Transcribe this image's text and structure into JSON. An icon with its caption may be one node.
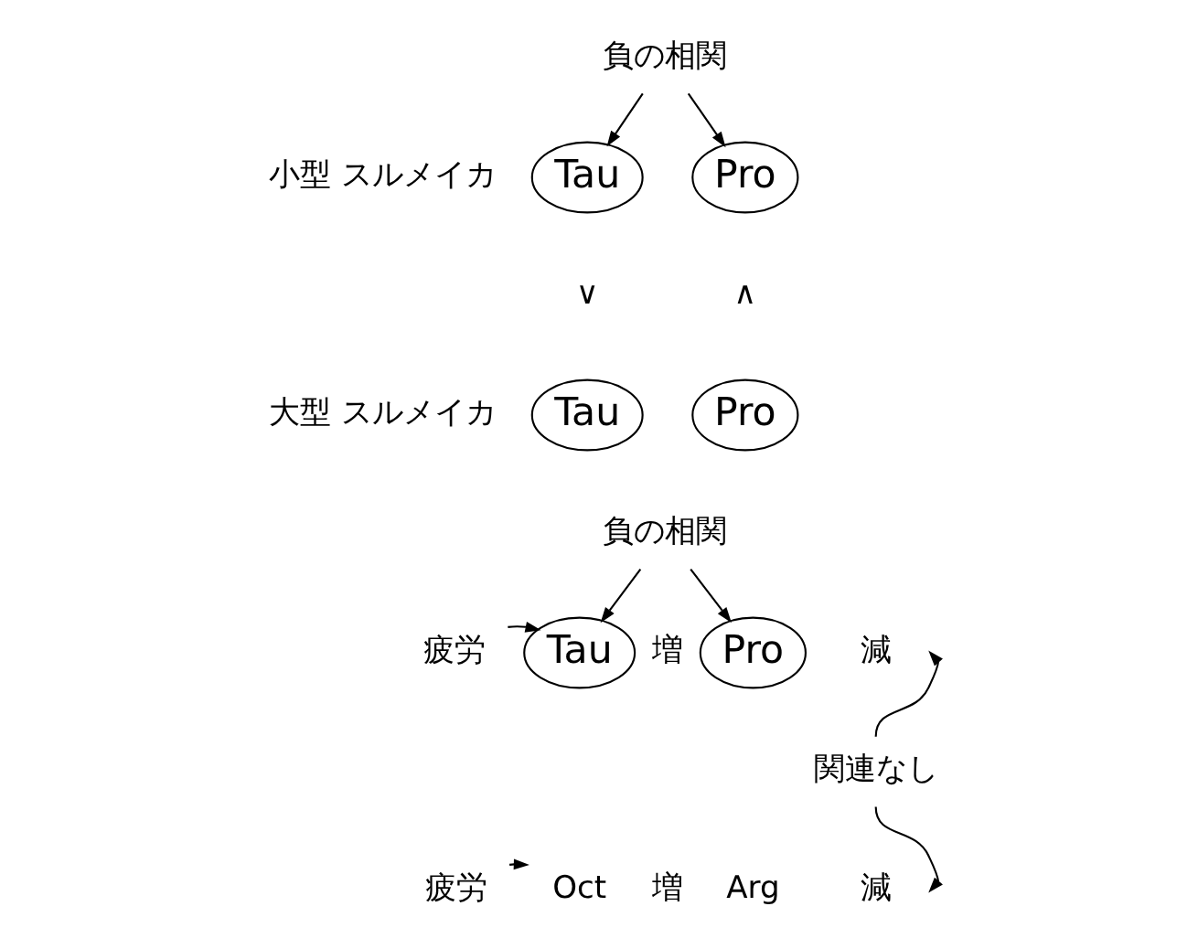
{
  "diagram": {
    "nodes": [
      {
        "text": [
          "負の相関"
        ]
      },
      {
        "text": [
          "Tau"
        ]
      },
      {
        "text": [
          "Pro"
        ]
      },
      {
        "text": [
          "Tau"
        ]
      },
      {
        "text": [
          "Pro"
        ]
      },
      {
        "text": [
          "負の相関"
        ]
      },
      {
        "text": [
          "疲労"
        ]
      },
      {
        "text": [
          "Tau"
        ],
        "beside": [
          "増"
        ]
      },
      {
        "text": [
          "Pro"
        ]
      },
      {
        "text": [
          "減"
        ]
      },
      {
        "text": [
          "疲労"
        ]
      },
      {
        "text": [
          "Oct"
        ],
        "beside": [
          "増"
        ]
      },
      {
        "text": [
          "Arg"
        ]
      },
      {
        "text": [
          "減"
        ]
      },
      {
        "text": [
          "関連なし"
        ]
      }
    ],
    "edges": [
      {
        "from": 0,
        "to": 1,
        "arrow": "to"
      },
      {
        "from": 0,
        "to": 2,
        "arrow": "to"
      },
      {
        "from": 5,
        "to": 7,
        "arrow": "to"
      },
      {
        "from": 5,
        "to": 8,
        "arrow": "to"
      },
      {
        "from": 6,
        "to": 7,
        "arrow": "to"
      },
      {
        "from": 14,
        "to": 9,
        "arrow": "to"
      },
      {
        "from": 10,
        "to": 11,
        "arrow": "to"
      },
      {
        "from": 14,
        "to": 13,
        "arrow": "to"
      }
    ],
    "labels": [
      "小型 スルメイカ",
      "∨",
      "∧",
      "大型 スルメイカ"
    ]
  }
}
